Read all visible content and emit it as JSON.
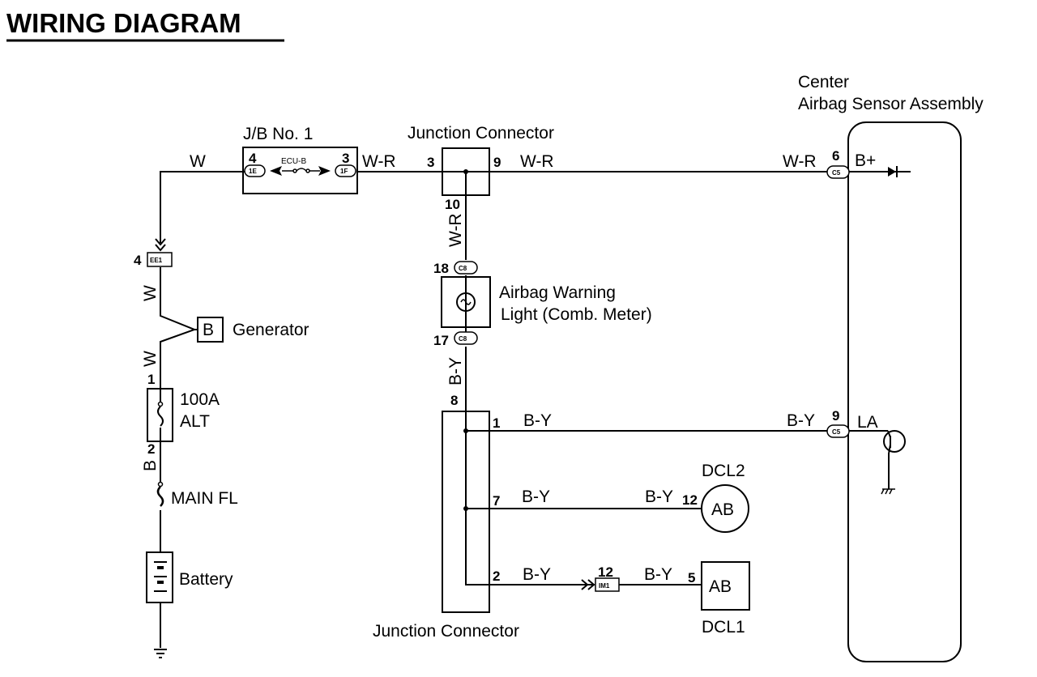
{
  "title": "WIRING DIAGRAM",
  "components": {
    "jb": {
      "name": "J/B No. 1",
      "fuse": "ECU-B",
      "pin_in": "4",
      "pin_out": "3",
      "conn_in": "1E",
      "conn_out": "1F"
    },
    "jc_top": {
      "name": "Junction Connector",
      "pin_left": "3",
      "pin_right": "9",
      "pin_bottom": "10"
    },
    "warning_light": {
      "line1": "Airbag Warning",
      "line2": "Light (Comb. Meter)",
      "pin_top": "18",
      "pin_bottom": "17",
      "conn": "C8"
    },
    "generator": {
      "name": "Generator",
      "terminal": "B"
    },
    "ee1": {
      "pin": "4",
      "conn": "EE1"
    },
    "alt_fuse": {
      "line1": "100A",
      "line2": "ALT",
      "pin_top": "1",
      "pin_bottom": "2"
    },
    "main_fl": {
      "name": "MAIN FL"
    },
    "battery": {
      "name": "Battery"
    },
    "jc_bottom": {
      "name": "Junction Connector",
      "pin_top": "8",
      "pin_1": "1",
      "pin_7": "7",
      "pin_2": "2"
    },
    "dcl2": {
      "name": "DCL2",
      "label": "AB",
      "pin": "12"
    },
    "dcl1": {
      "name": "DCL1",
      "label": "AB",
      "pin": "5"
    },
    "im1": {
      "pin": "12",
      "conn": "IM1"
    },
    "sensor": {
      "line1": "Center",
      "line2": "Airbag Sensor Assembly",
      "pin_bplus": "6",
      "term_bplus": "B+",
      "pin_la": "9",
      "term_la": "LA",
      "conn": "C5"
    }
  },
  "wires": {
    "w": "W",
    "wr": "W-R",
    "by": "B-Y",
    "b": "B"
  }
}
